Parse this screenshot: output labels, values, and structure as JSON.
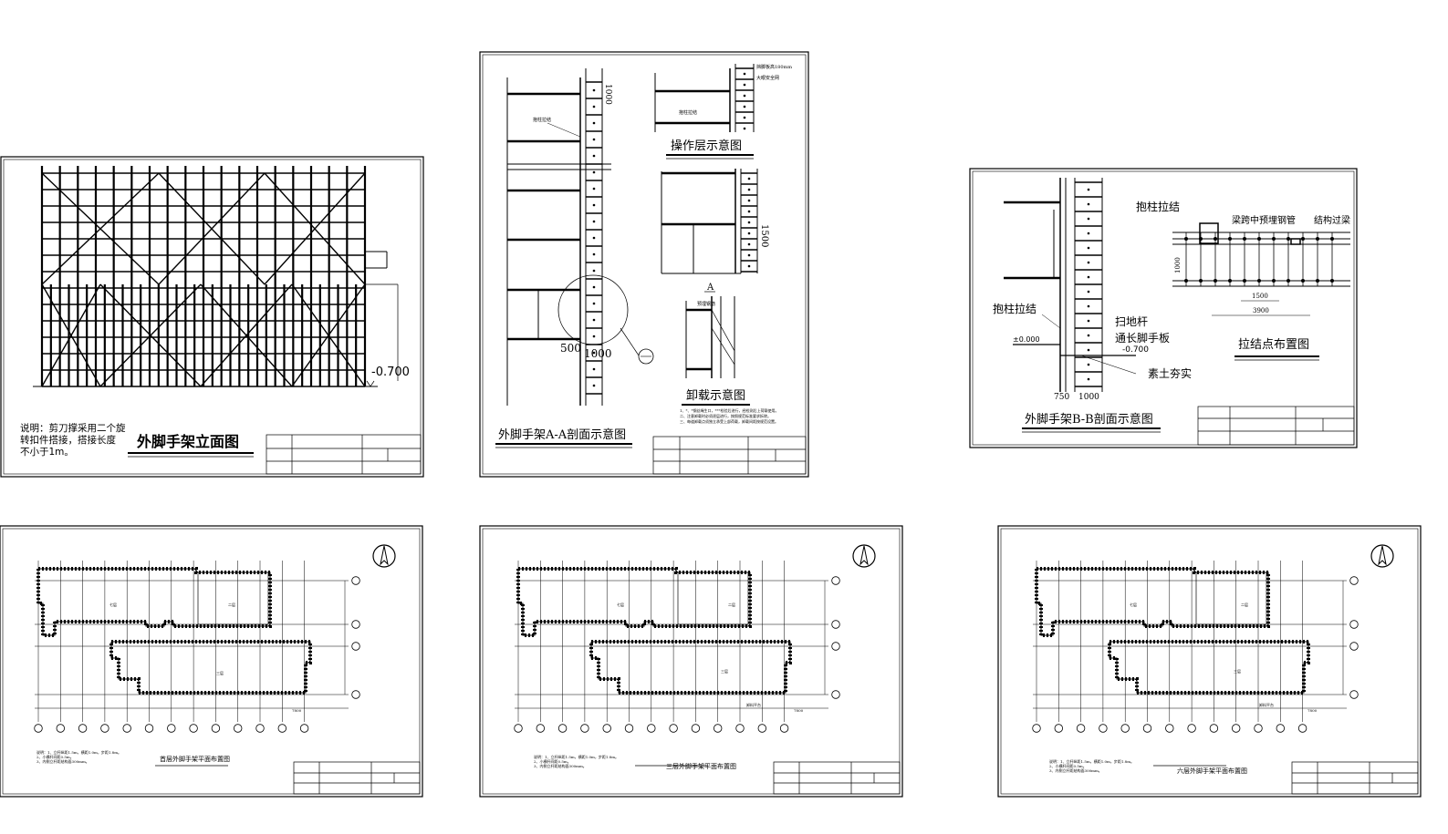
{
  "sheet1": {
    "title": "外脚手架立面图",
    "elevation": "-0.700",
    "note_line1": "说明：剪刀撑采用二个旋",
    "note_line2": "转扣件搭接，搭接长度",
    "note_line3": "不小于1m。"
  },
  "sheet2": {
    "title": "外脚手架A-A剖面示意图",
    "operation_title": "操作层示意图",
    "unload_title": "卸载示意图",
    "section_mark": "A",
    "dim_1000": "1000",
    "dim_1500": "1500",
    "dim_500": "500",
    "dim_1000b": "1000",
    "label_column_tie": "抱柱拉结",
    "label_guard": "挡脚板高180mm",
    "label_fence": "大眼安全网",
    "label_column_tie2": "抱柱拉结",
    "label_embed": "预埋钢筋",
    "label_note_top": "1、*、*钢丝绳生口，***检验后进行，经检测后上荷载使用。",
    "label_note_mid": "二、注意卸载时必须逐层进行，按照规范标准要求拆除。",
    "label_note_bot": "三、每道卸载点须独立承受上部荷载，卸载间距按规范设置。"
  },
  "sheet3": {
    "title": "外脚手架B-B剖面示意图",
    "tie_layout_title": "拉结点布置图",
    "label_column_tie_top": "抱柱拉结",
    "label_beam_pipe": "梁跨中预埋钢管",
    "label_struct_beam": "结构过梁",
    "label_column_tie": "抱柱拉结",
    "label_sweep_bar": "扫地杆",
    "label_long_board": "通长脚手板",
    "label_elev": "-0.700",
    "label_elev0": "±0.000",
    "label_soil": "素土夯实",
    "dim_750": "750",
    "dim_1000": "1000",
    "dim_1500": "1500",
    "dim_3900": "3900",
    "dim_1000v": "1000"
  },
  "sheet4": {
    "title": "首层外脚手架平面布置图",
    "note1": "说明：1、立杆纵距1.5m，横距1.0m，步距1.8m。",
    "note2": "      2、小横杆间距0.5m。",
    "note3": "      3、内侧立杆距结构面300mm。",
    "room_a": "七层",
    "room_b": "二层",
    "room_c": "三层",
    "dim": "7800"
  },
  "sheet5": {
    "title": "三层外脚手架平面布置图",
    "note1": "说明：1、立杆纵距1.5m，横距1.0m，步距1.8m。",
    "note2": "      2、小横杆间距0.5m。",
    "note3": "      3、内侧立杆距结构面300mm。",
    "room_a": "七层",
    "room_b": "二层",
    "room_c": "三层",
    "platform": "卸料平台",
    "dim": "7800"
  },
  "sheet6": {
    "title": "六层外脚手架平面布置图",
    "note1": "说明：1、立杆纵距1.5m，横距1.0m，步距1.8m。",
    "note2": "      2、小横杆间距0.5m。",
    "note3": "      3、内侧立杆距结构面300mm。",
    "room_a": "七层",
    "room_b": "二层",
    "room_c": "三层",
    "platform": "卸料平台",
    "dim": "7800"
  }
}
